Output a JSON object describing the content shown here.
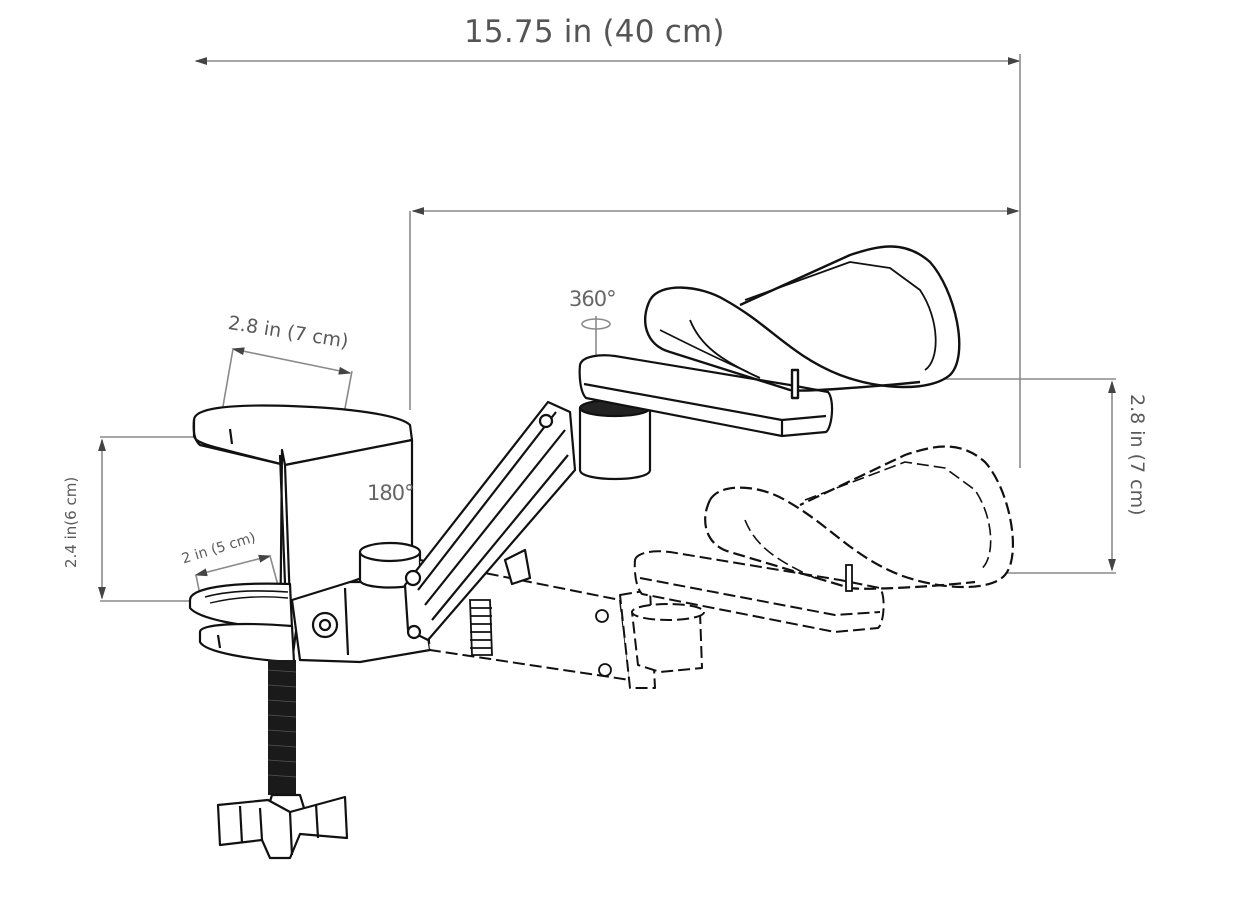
{
  "diagram": {
    "type": "technical dimension drawing",
    "subject": "desk-clamp arm rest with adjustable dual-joint arm",
    "line_color": "#111111",
    "dimension_color": "#888888",
    "text_color": "#5a5a5a"
  },
  "dimensions": {
    "overall_length": {
      "label": "15.75 in  (40 cm)"
    },
    "arm_reach": {
      "label": ""
    },
    "clamp_top_width": {
      "label": "2.8 in  (7 cm)"
    },
    "clamp_opening": {
      "label": "2.4 in(6 cm)"
    },
    "clamp_base_depth": {
      "label": "2 in (5 cm)"
    },
    "height_adjustment": {
      "label": "2.8 in  (7 cm)"
    }
  },
  "rotations": {
    "pad_swivel": {
      "label": "360°"
    },
    "clamp_swivel": {
      "label": "180°"
    }
  },
  "parts": [
    {
      "name": "desk-clamp",
      "style": "solid"
    },
    {
      "name": "clamp-screw",
      "style": "solid"
    },
    {
      "name": "star-knob",
      "style": "solid"
    },
    {
      "name": "swivel-joint",
      "style": "solid"
    },
    {
      "name": "gas-spring-arm",
      "style": "solid"
    },
    {
      "name": "arm-pad-raised",
      "style": "solid"
    },
    {
      "name": "arm-pad-lowered",
      "style": "dashed"
    }
  ]
}
